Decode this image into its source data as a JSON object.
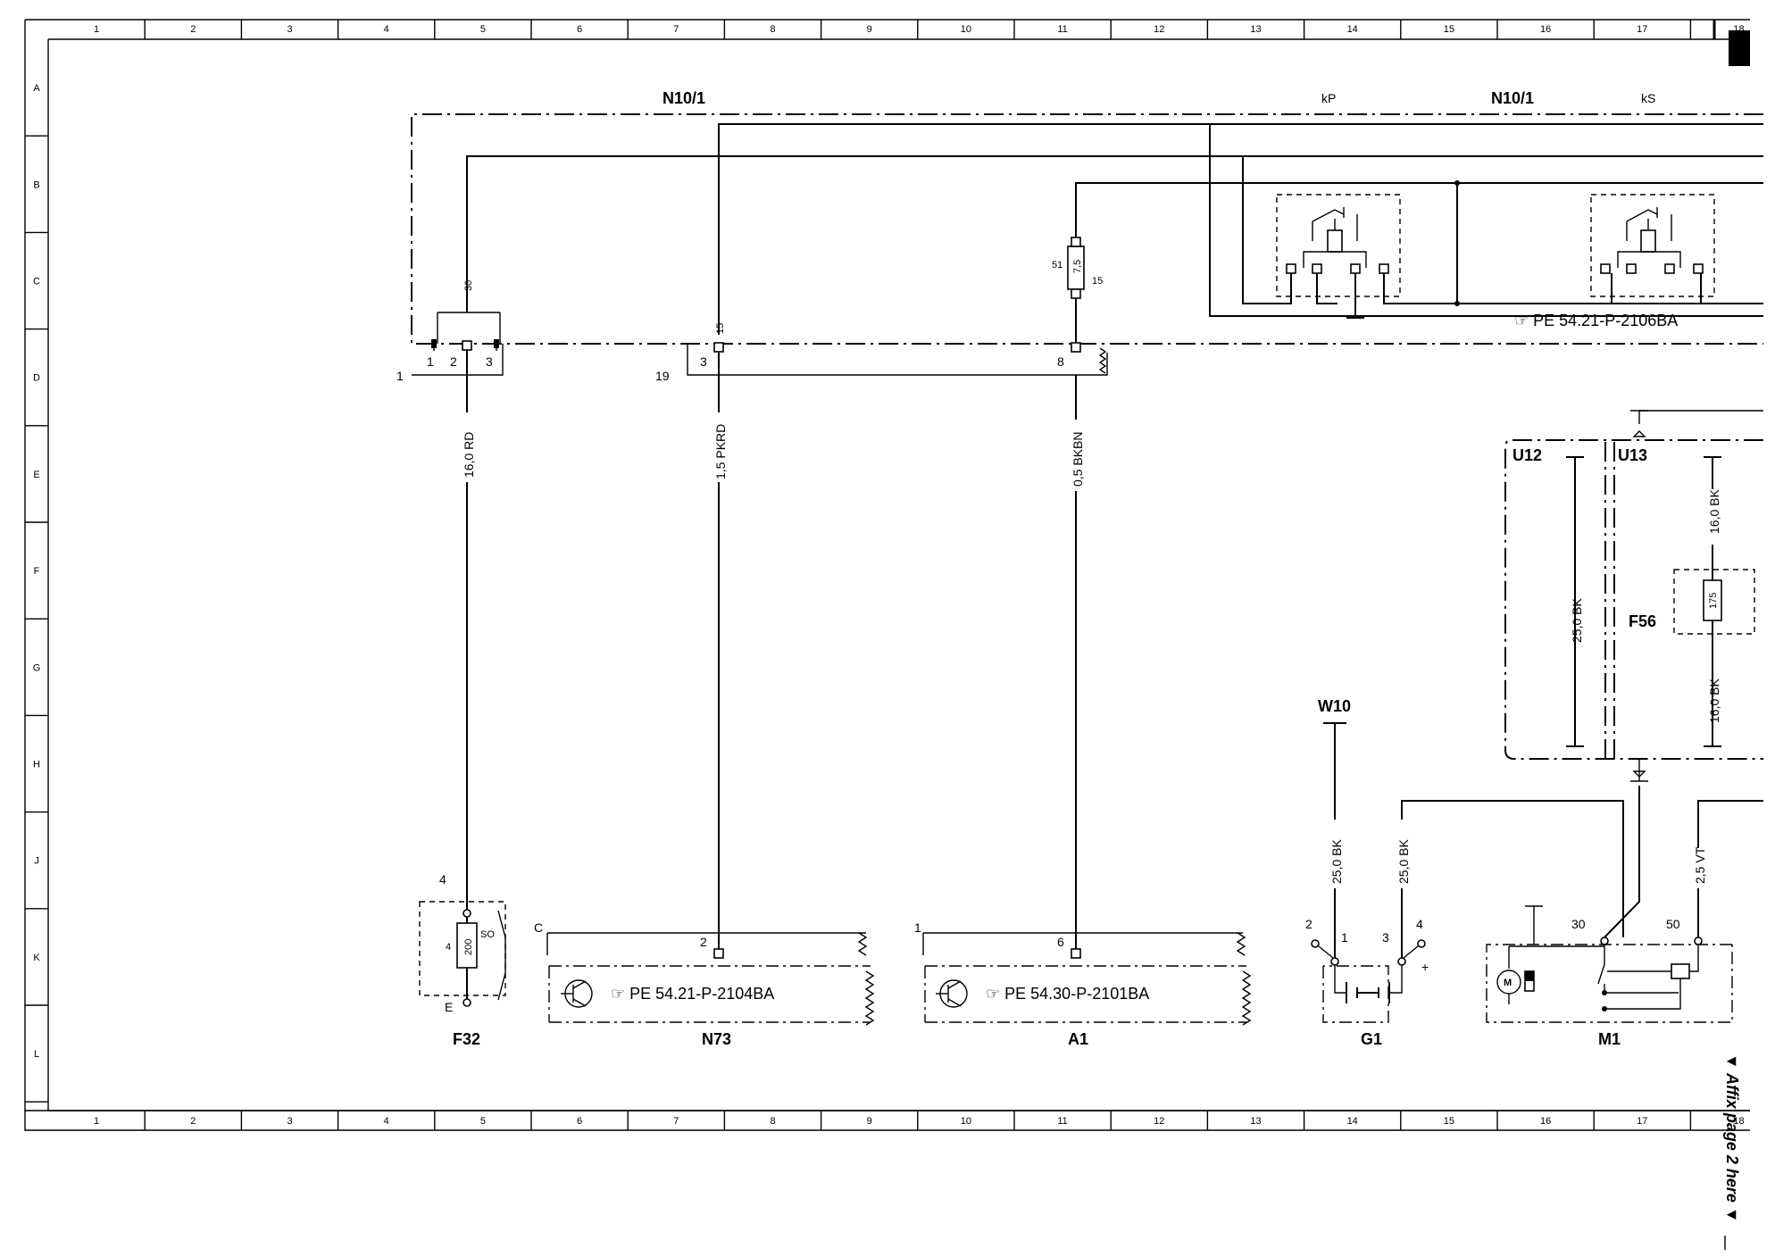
{
  "grid": {
    "columns": [
      "1",
      "2",
      "3",
      "4",
      "5",
      "6",
      "7",
      "8",
      "9",
      "10",
      "11",
      "12",
      "13",
      "14",
      "15",
      "16",
      "17",
      "18"
    ],
    "rows": [
      "A",
      "B",
      "C",
      "D",
      "E",
      "F",
      "G",
      "H",
      "J",
      "K",
      "L"
    ]
  },
  "components": {
    "n10_1_left": "N10/1",
    "n10_1_right": "N10/1",
    "kp": "kP",
    "ks": "kS",
    "f32": "F32",
    "n73": "N73",
    "a1": "A1",
    "g1": "G1",
    "m1": "M1",
    "w10": "W10",
    "u12": "U12",
    "u13": "U13",
    "f56": "F56"
  },
  "references": {
    "relay_ref": "PE 54.21-P-2106BA",
    "n73_ref": "PE 54.21-P-2104BA",
    "a1_ref": "PE 54.30-P-2101BA"
  },
  "wires": {
    "w_f32": "16,0 RD",
    "w_n73": "1,5 PKRD",
    "w_a1": "0,5 BKBN",
    "w_f56_top": "16,0 BK",
    "w_f56_bottom": "16,0 BK",
    "w_u12": "25,0 BK",
    "w_g1_left": "25,0 BK",
    "w_g1_right": "25,0 BK",
    "w_m1": "2,5 VT"
  },
  "pins": {
    "connector_block": "1",
    "connector_n73": "19",
    "p1": "1",
    "p2": "2",
    "p3": "3",
    "p30": "30",
    "pin_3": "3",
    "pin_15": "15",
    "pin_8": "8",
    "fuse_51": "51",
    "fuse_rating": "7,5",
    "fuse_15": "15",
    "f32_top": "4",
    "f32_bottom": "E",
    "f32_inner": "4",
    "f32_rating": "200",
    "f32_so": "SO",
    "n73_conn": "C",
    "n73_pin": "2",
    "a1_conn": "1",
    "a1_pin": "6",
    "g1_2": "2",
    "g1_1": "1",
    "g1_3": "3",
    "g1_4": "4",
    "g1_plus": "+",
    "m1_30": "30",
    "m1_50": "50",
    "f56_rating": "175"
  },
  "side_note": "▼ Affix page 2 here ▼"
}
